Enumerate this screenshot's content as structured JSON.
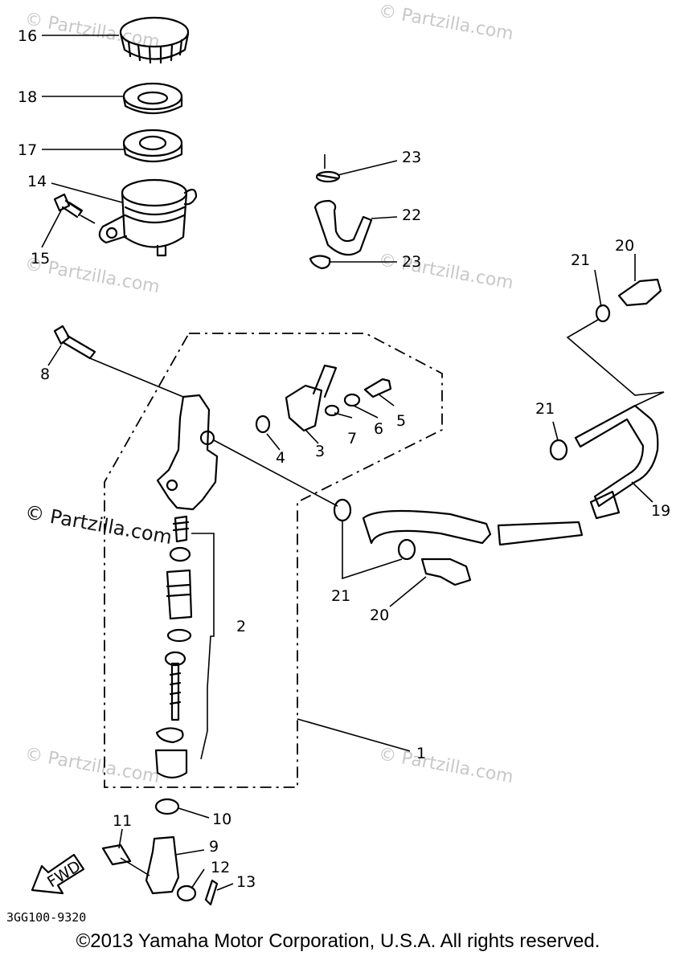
{
  "labels": {
    "p16": "16",
    "p18": "18",
    "p17": "17",
    "p14": "14",
    "p15": "15",
    "p23a": "23",
    "p22": "22",
    "p23b": "23",
    "p21a": "21",
    "p20a": "20",
    "p8": "8",
    "p5": "5",
    "p6": "6",
    "p7": "7",
    "p3": "3",
    "p4": "4",
    "p21b": "21",
    "p19": "19",
    "p2": "2",
    "p21c": "21",
    "p20b": "20",
    "p1": "1",
    "p10": "10",
    "p11": "11",
    "p9": "9",
    "p12": "12",
    "p13": "13"
  },
  "fwd_label": "FWD",
  "figure_code": "3GG100-9320",
  "watermark_text": "© Partzilla.com",
  "copyright": "©2013  Yamaha Motor Corporation, U.S.A. All rights reserved."
}
